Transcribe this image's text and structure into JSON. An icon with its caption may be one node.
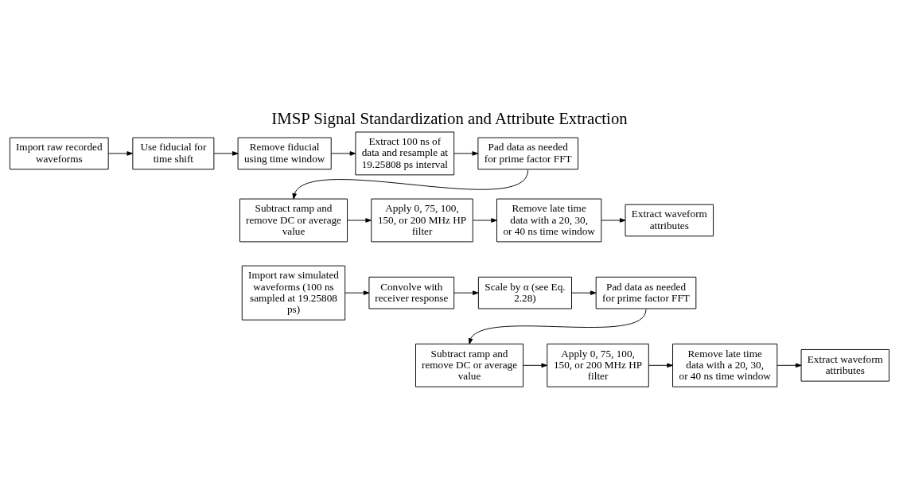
{
  "diagram": {
    "title": "IMSP Signal Standardization and Attribute Extraction",
    "nodes": [
      {
        "text": [
          "Import raw recorded waveforms"
        ]
      },
      {
        "text": [
          "Use fiducial for time shift"
        ]
      },
      {
        "text": [
          "Remove fiducial using time window"
        ]
      },
      {
        "text": [
          "Extract 100 ns of data and resample at 19.25808 ps interval"
        ]
      },
      {
        "text": [
          "Pad data as needed for prime factor FFT"
        ]
      },
      {
        "text": [
          "Subtract ramp and remove DC or average value"
        ]
      },
      {
        "text": [
          "Apply 0, 75, 100, 150, or 200 MHz HP filter"
        ]
      },
      {
        "text": [
          "Remove late time data with a 20, 30, or 40 ns time window"
        ]
      },
      {
        "text": [
          "Extract waveform attributes"
        ]
      },
      {
        "text": [
          "Import raw simulated waveforms (100 ns sampled at 19.25808 ps)"
        ]
      },
      {
        "text": [
          "Convolve with receiver response"
        ]
      },
      {
        "text": [
          "Scale by α (see Eq. 2.28)"
        ]
      },
      {
        "text": [
          "Pad data as needed for prime factor FFT"
        ]
      },
      {
        "text": [
          "Subtract ramp and remove DC or average value"
        ]
      },
      {
        "text": [
          "Apply 0, 75, 100, 150, or 200 MHz HP filter"
        ]
      },
      {
        "text": [
          "Remove late time data with a 20, 30, or 40 ns time window"
        ]
      },
      {
        "text": [
          "Extract waveform attributes"
        ]
      }
    ],
    "edges": [
      {
        "from": 0,
        "to": 1,
        "arrow": "to"
      },
      {
        "from": 1,
        "to": 2,
        "arrow": "to"
      },
      {
        "from": 2,
        "to": 3,
        "arrow": "to"
      },
      {
        "from": 3,
        "to": 4,
        "arrow": "to"
      },
      {
        "from": 4,
        "to": 5,
        "arrow": "to"
      },
      {
        "from": 5,
        "to": 6,
        "arrow": "to"
      },
      {
        "from": 6,
        "to": 7,
        "arrow": "to"
      },
      {
        "from": 7,
        "to": 8,
        "arrow": "to"
      },
      {
        "from": 9,
        "to": 10,
        "arrow": "to"
      },
      {
        "from": 10,
        "to": 11,
        "arrow": "to"
      },
      {
        "from": 11,
        "to": 12,
        "arrow": "to"
      },
      {
        "from": 12,
        "to": 13,
        "arrow": "to"
      },
      {
        "from": 13,
        "to": 14,
        "arrow": "to"
      },
      {
        "from": 14,
        "to": 15,
        "arrow": "to"
      },
      {
        "from": 15,
        "to": 16,
        "arrow": "to"
      }
    ]
  }
}
